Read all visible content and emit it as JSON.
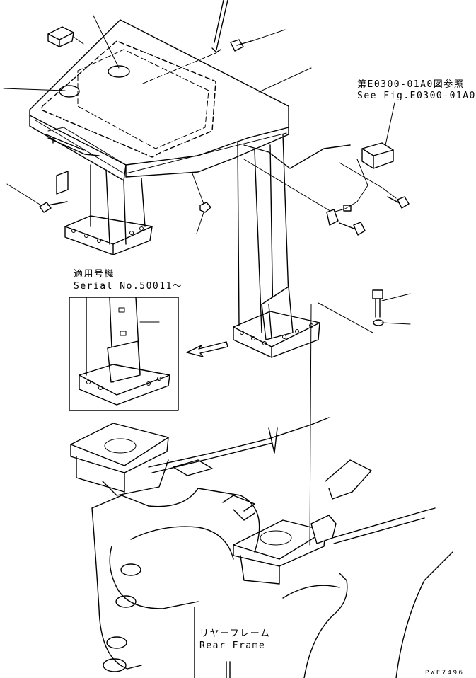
{
  "figure_reference": {
    "japanese": "第E0300-01A0図参照",
    "english": "See Fig.E0300-01A0"
  },
  "serial_note": {
    "japanese": "適用号機",
    "english": "Serial No.50011～"
  },
  "rear_frame_label": {
    "japanese": "リヤーフレーム",
    "english": "Rear Frame"
  },
  "drawing_number": "PWE7496"
}
